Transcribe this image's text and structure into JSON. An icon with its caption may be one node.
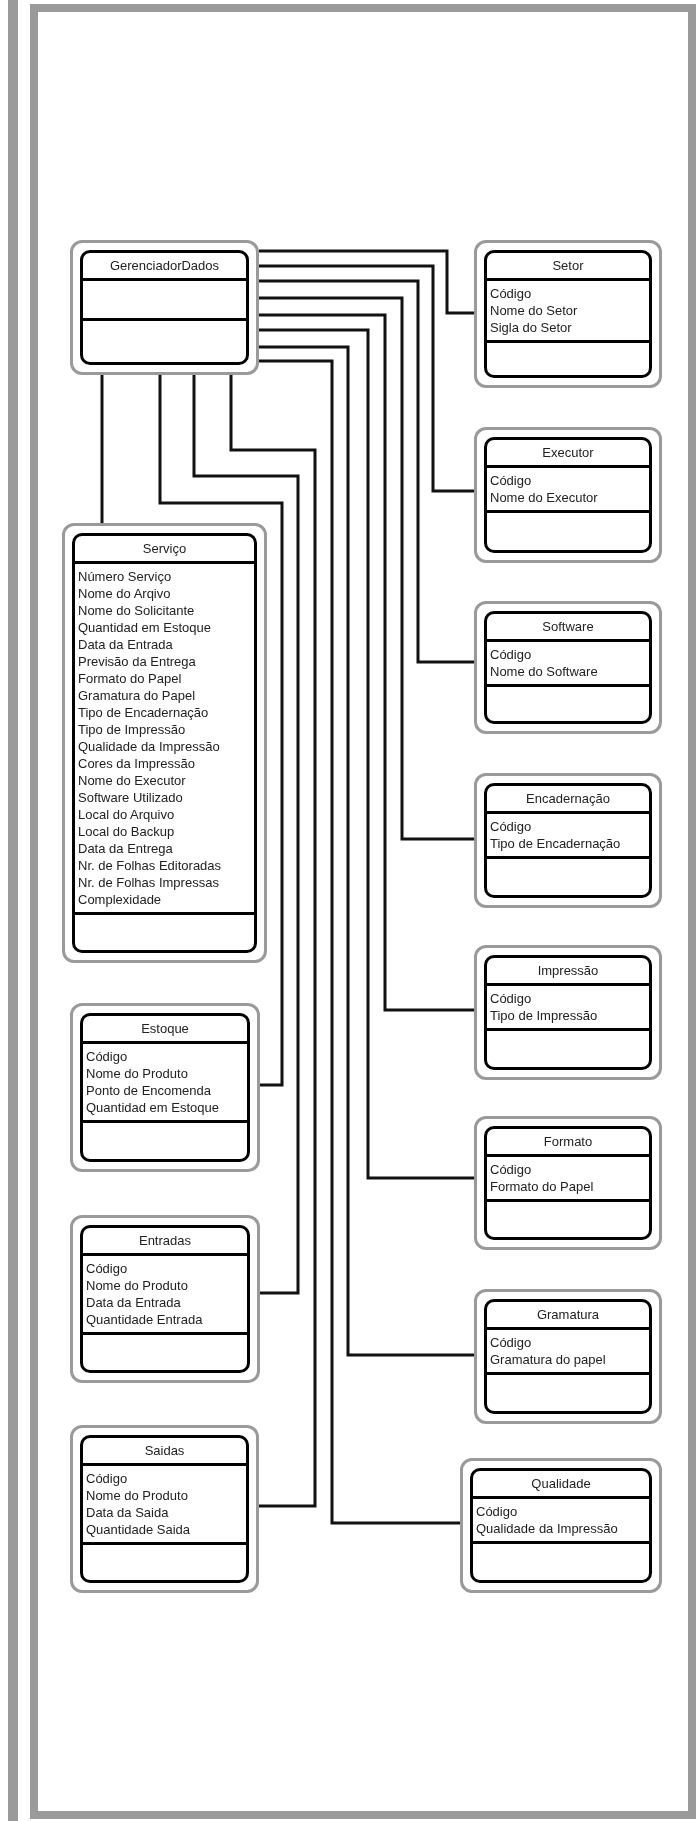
{
  "diagram": {
    "nodes": [
      {
        "text": [
          "GerenciadorDados"
        ]
      },
      {
        "text": [
          "Setor",
          "Código",
          "Nome do Setor",
          "Sigla do Setor"
        ]
      },
      {
        "text": [
          "Executor",
          "Código",
          "Nome do Executor"
        ]
      },
      {
        "text": [
          "Serviço",
          "Número Serviço",
          "Nome do Arqivo",
          "Nome do Solicitante",
          "Quantidad em Estoque",
          "Data da Entrada",
          "Previsão da Entrega",
          "Formato do Papel",
          "Gramatura do Papel",
          "Tipo de Encadernação",
          "Tipo de Impressão",
          "Qualidade da Impressão",
          "Cores da Impressão",
          "Nome do Executor",
          "Software Utilizado",
          "Local do Arquivo",
          "Local do Backup",
          "Data da Entrega",
          "Nr. de Folhas Editoradas",
          "Nr. de Folhas Impressas",
          "Complexidade"
        ]
      },
      {
        "text": [
          "Software",
          "Código",
          "Nome do Software"
        ]
      },
      {
        "text": [
          "Encadernação",
          "Código",
          "Tipo de Encadernação"
        ]
      },
      {
        "text": [
          "Impressão",
          "Código",
          "Tipo de Impressão"
        ]
      },
      {
        "text": [
          "Estoque",
          "Código",
          "Nome do Produto",
          "Ponto de Encomenda",
          "Quantidad em Estoque"
        ]
      },
      {
        "text": [
          "Formato",
          "Código",
          "Formato do Papel"
        ]
      },
      {
        "text": [
          "Entradas",
          "Código",
          "Nome do Produto",
          "Data da Entrada",
          "Quantidade Entrada"
        ]
      },
      {
        "text": [
          "Gramatura",
          "Código",
          "Gramatura do papel"
        ]
      },
      {
        "text": [
          "Saidas",
          "Código",
          "Nome do Produto",
          "Data da Saida",
          "Quantidade Saida"
        ]
      },
      {
        "text": [
          "Qualidade",
          "Código",
          "Qualidade da Impressão"
        ]
      }
    ],
    "edges": [
      {
        "from": 0,
        "to": 1,
        "arrow": "none"
      },
      {
        "from": 0,
        "to": 2,
        "arrow": "none"
      },
      {
        "from": 0,
        "to": 4,
        "arrow": "none"
      },
      {
        "from": 0,
        "to": 5,
        "arrow": "none"
      },
      {
        "from": 0,
        "to": 6,
        "arrow": "none"
      },
      {
        "from": 0,
        "to": 8,
        "arrow": "none"
      },
      {
        "from": 0,
        "to": 10,
        "arrow": "none"
      },
      {
        "from": 0,
        "to": 12,
        "arrow": "none"
      },
      {
        "from": 0,
        "to": 3,
        "arrow": "none"
      },
      {
        "from": 0,
        "to": 7,
        "arrow": "none"
      },
      {
        "from": 0,
        "to": 9,
        "arrow": "none"
      },
      {
        "from": 0,
        "to": 11,
        "arrow": "none"
      }
    ]
  }
}
